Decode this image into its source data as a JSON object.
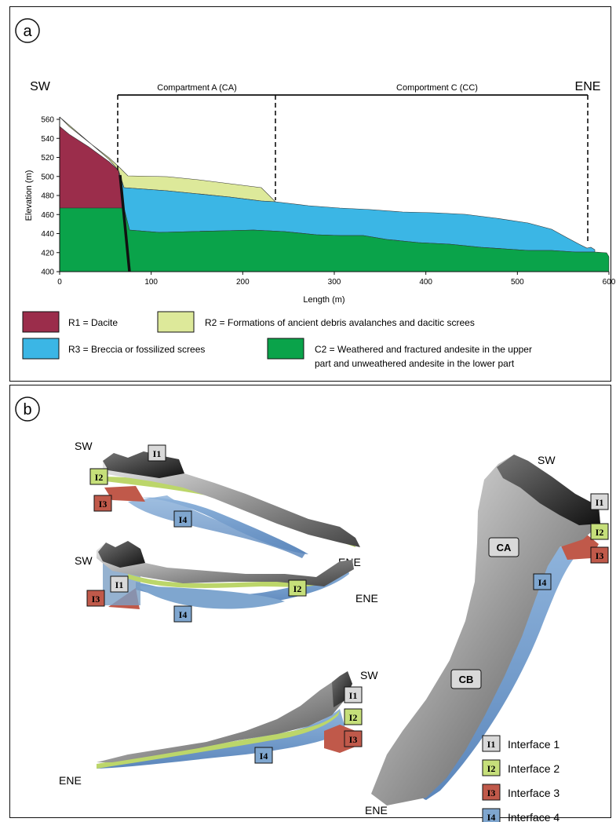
{
  "panel_a": {
    "letter": "a",
    "left_label": "SW",
    "right_label": "ENE",
    "compartment_a": "Compartment A (CA)",
    "compartment_c": "Comportment C (CC)",
    "ylabel": "Elevation (m)",
    "xlabel": "Length (m)",
    "y_ticks": [
      "400",
      "420",
      "440",
      "460",
      "480",
      "500",
      "520",
      "540",
      "560"
    ],
    "x_ticks": [
      "0",
      "100",
      "200",
      "300",
      "400",
      "500",
      "600"
    ],
    "colors": {
      "R1": "#9b2d4b",
      "R2": "#dde99a",
      "R3": "#3bb6e5",
      "C2": "#0aa34a"
    },
    "legend": [
      {
        "key": "R1",
        "text": "R1 = Dacite"
      },
      {
        "key": "R2",
        "text": "R2 = Formations of ancient debris avalanches and dacitic screes"
      },
      {
        "key": "R3",
        "text": "R3 = Breccia or fossilized screes"
      },
      {
        "key": "C2",
        "text": "C2 = Weathered and fractured andesite in the upper",
        "text2": "part and unweathered andesite in the lower part"
      }
    ]
  },
  "panel_b": {
    "letter": "b",
    "view1": {
      "sw": "SW",
      "ene": "ENE",
      "i1": "I1",
      "i2": "I2",
      "i3": "I3",
      "i4": "I4"
    },
    "view2": {
      "sw": "SW",
      "ene": "ENE",
      "i1": "I1",
      "i2": "I2",
      "i3": "I3",
      "i4": "I4"
    },
    "view3": {
      "sw": "SW",
      "ene": "ENE",
      "i1": "I1",
      "i2": "I2",
      "i3": "I3",
      "i4": "I4"
    },
    "view4": {
      "sw": "SW",
      "ene": "ENE",
      "i1": "I1",
      "i2": "I2",
      "i3": "I3",
      "i4": "I4",
      "ca": "CA",
      "cb": "CB"
    },
    "legend": [
      {
        "key": "I1",
        "text": "Interface 1",
        "color": "#d9d9d9"
      },
      {
        "key": "I2",
        "text": "Interface 2",
        "color": "#c6df7a"
      },
      {
        "key": "I3",
        "text": "Interface 3",
        "color": "#c0594a"
      },
      {
        "key": "I4",
        "text": "Interface 4",
        "color": "#7fa6cf"
      }
    ]
  }
}
